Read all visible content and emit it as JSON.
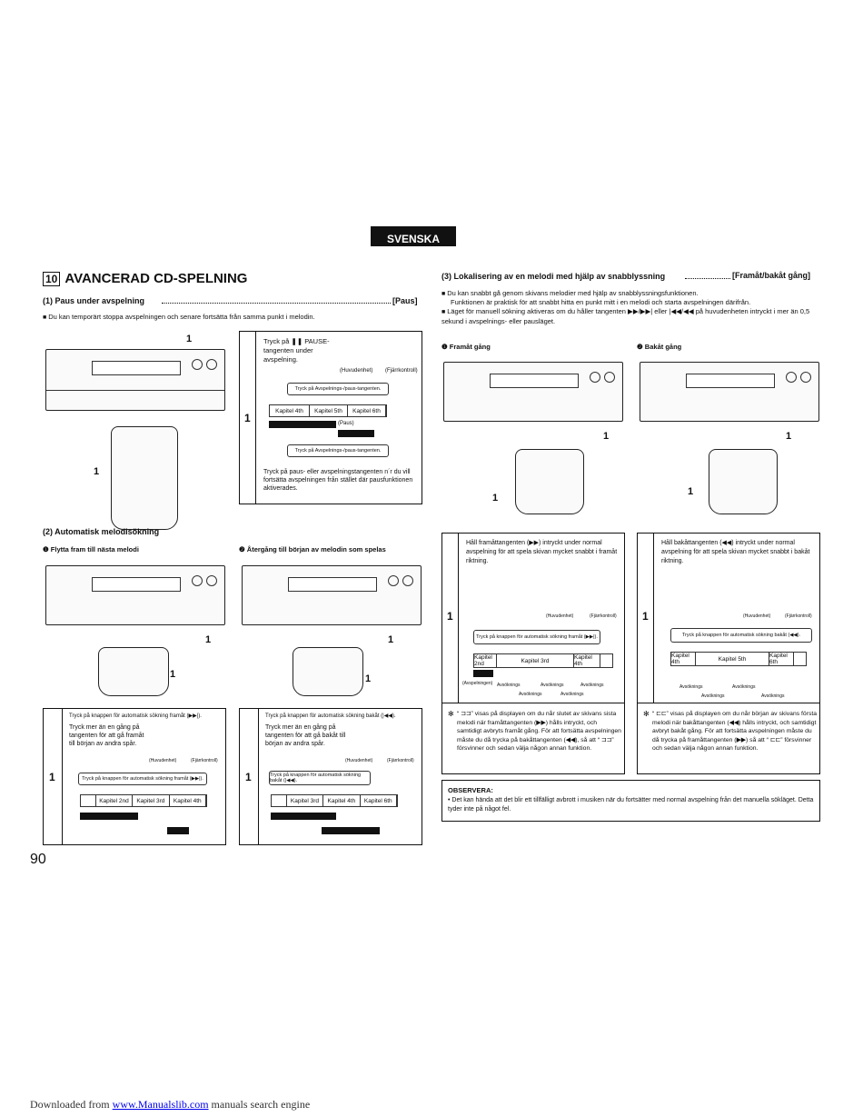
{
  "language_tab": "SVENSKA",
  "section": {
    "number": "10",
    "title": "AVANCERAD CD-SPELNING"
  },
  "part1": {
    "heading": "(1)  Paus under avspelning",
    "tag": "[Paus]",
    "bullet": "Du kan temporärt stoppa avspelningen och senare fortsätta från samma punkt i melodin.",
    "callout_top": "1",
    "callout_remote": "1",
    "step_number": "1",
    "instruction": "Tryck på ❚❚ PAUSE-tangenten under avspelning.",
    "icon_labels": [
      "(Huvudenhet)",
      "(Fjärrkontroll)"
    ],
    "note_top": "Tryck på Avspelnings-/paus-tangenten.",
    "note_bottom": "Tryck på Avspelnings-/paus-tangenten.",
    "chapters": [
      "Kapitel 4th",
      "Kapitel 5th",
      "Kapitel 6th"
    ],
    "pause_label": "(Paus)",
    "bullet2": "Tryck på paus- eller avspelningstangenten n´r du vill fortsätta avspelningen från stället där pausfunktionen aktiverades."
  },
  "part2": {
    "heading": "(2)  Automatisk melodisökning",
    "sub_a": "❶  Flytta fram till nästa melodi",
    "sub_b": "❷  Återgång till början av melodin som spelas",
    "callouts": [
      "1",
      "1",
      "1",
      "1"
    ],
    "box_a": {
      "step_number": "1",
      "title": "Tryck på knappen för automatisk sökning framåt (▶▶|).",
      "bullet": "Tryck mer än en gång på tangenten för att gå framåt till början av andra spår.",
      "icon_labels": [
        "(Huvudenhet)",
        "(Fjärrkontroll)"
      ],
      "note": "Tryck på knappen för automatisk sökning framåt (▶▶|).",
      "chapters": [
        "Kapitel 2nd",
        "Kapitel 3rd",
        "Kapitel 4th"
      ]
    },
    "box_b": {
      "step_number": "1",
      "title": "Tryck på knappen för automatisk sökning bakåt (|◀◀).",
      "bullet": "Tryck mer än en gång på tangenten för att gå bakåt till början av andra spår.",
      "icon_labels": [
        "(Huvudenhet)",
        "(Fjärrkontroll)"
      ],
      "note": "Tryck på knappen för automatisk sökning bakåt (|◀◀).",
      "chapters": [
        "Kapitel 3rd",
        "Kapitel 4th",
        "Kapitel 6th"
      ]
    }
  },
  "part3": {
    "heading": "(3)  Lokalisering av en melodi med hjälp av snabblyssning",
    "tag": "[Framåt/bakåt gång]",
    "bullets": [
      "Du kan snabbt gå genom skivans melodier med hjälp av snabblyssningsfunktionen.",
      "Funktionen är praktisk för att snabbt hitta en punkt mitt i en melodi och starta avspelningen därifrån.",
      "Läget för manuell sökning aktiveras om du håller tangenten ▶▶/▶▶| eller |◀◀/◀◀ på huvudenheten intryckt i mer än 0,5 sekund i avspelnings- eller pausläget."
    ],
    "sub_a": "❶  Framåt gång",
    "sub_b": "❷  Bakåt gång",
    "callouts": [
      "1",
      "1",
      "1",
      "1"
    ],
    "box_a": {
      "step_number": "1",
      "text": "Håll framåttangenten (▶▶) intryckt under normal avspelning för att spela skivan mycket snabbt i framåt riktning.",
      "icon_labels": [
        "(Huvudenhet)",
        "(Fjärrkontroll)"
      ],
      "note": "Tryck på knappen för automatisk sökning framåt (▶▶|).",
      "chapters": [
        "Kapitel 2nd",
        "Kapitel 3rd",
        "Kapitel 4th"
      ],
      "labels": [
        "(Avspelningen)",
        "Avsöknings",
        "Avsöknings",
        "Avsöknings",
        "Avsöknings",
        "Avsöknings"
      ],
      "footnote": "“ ⊐⊐” visas på displayen om du når slutet av skivans sista melodi när framåttangenten (▶▶) hålls intryckt, och samtidigt avbryts framåt gång. För att fortsätta avspelningen måste du då trycka på bakåttangenten (◀◀), så att “ ⊐⊐” försvinner och sedan välja någon annan funktion."
    },
    "box_b": {
      "step_number": "1",
      "text": "Håll bakåttangenten (◀◀) intryckt under normal avspelning för att spela skivan mycket snabbt i bakåt riktning.",
      "icon_labels": [
        "(Huvudenhet)",
        "(Fjärrkontroll)"
      ],
      "note": "Tryck på knappen för automatisk sökning bakåt (◀◀).",
      "chapters": [
        "Kapitel 4th",
        "Kapitel 5th",
        "Kapitel 6th"
      ],
      "labels": [
        "Avsöknings",
        "Avsöknings",
        "Avsöknings",
        "Avsöknings"
      ],
      "footnote": "“ ⊏⊏” visas på displayen om du når början av skivans första melodi när bakåttangenten (◀◀) hålls intryckt, och samtidigt avbryt bakåt gång. För att fortsätta avspelningen måste du då trycka på framåttangenten (▶▶) så att “ ⊏⊏” försvinner och sedan välja någon annan funktion."
    },
    "observe_title": "OBSERVERA:",
    "observe_text": "Det kan hända att det blir ett tillfälligt avbrott i musiken när du fortsätter med normal avspelning från det manuella sökläget. Detta tyder inte på något fel."
  },
  "page_number": "90",
  "footer": {
    "prefix": "Downloaded from ",
    "link": "www.Manualslib.com",
    "suffix": " manuals search engine"
  }
}
